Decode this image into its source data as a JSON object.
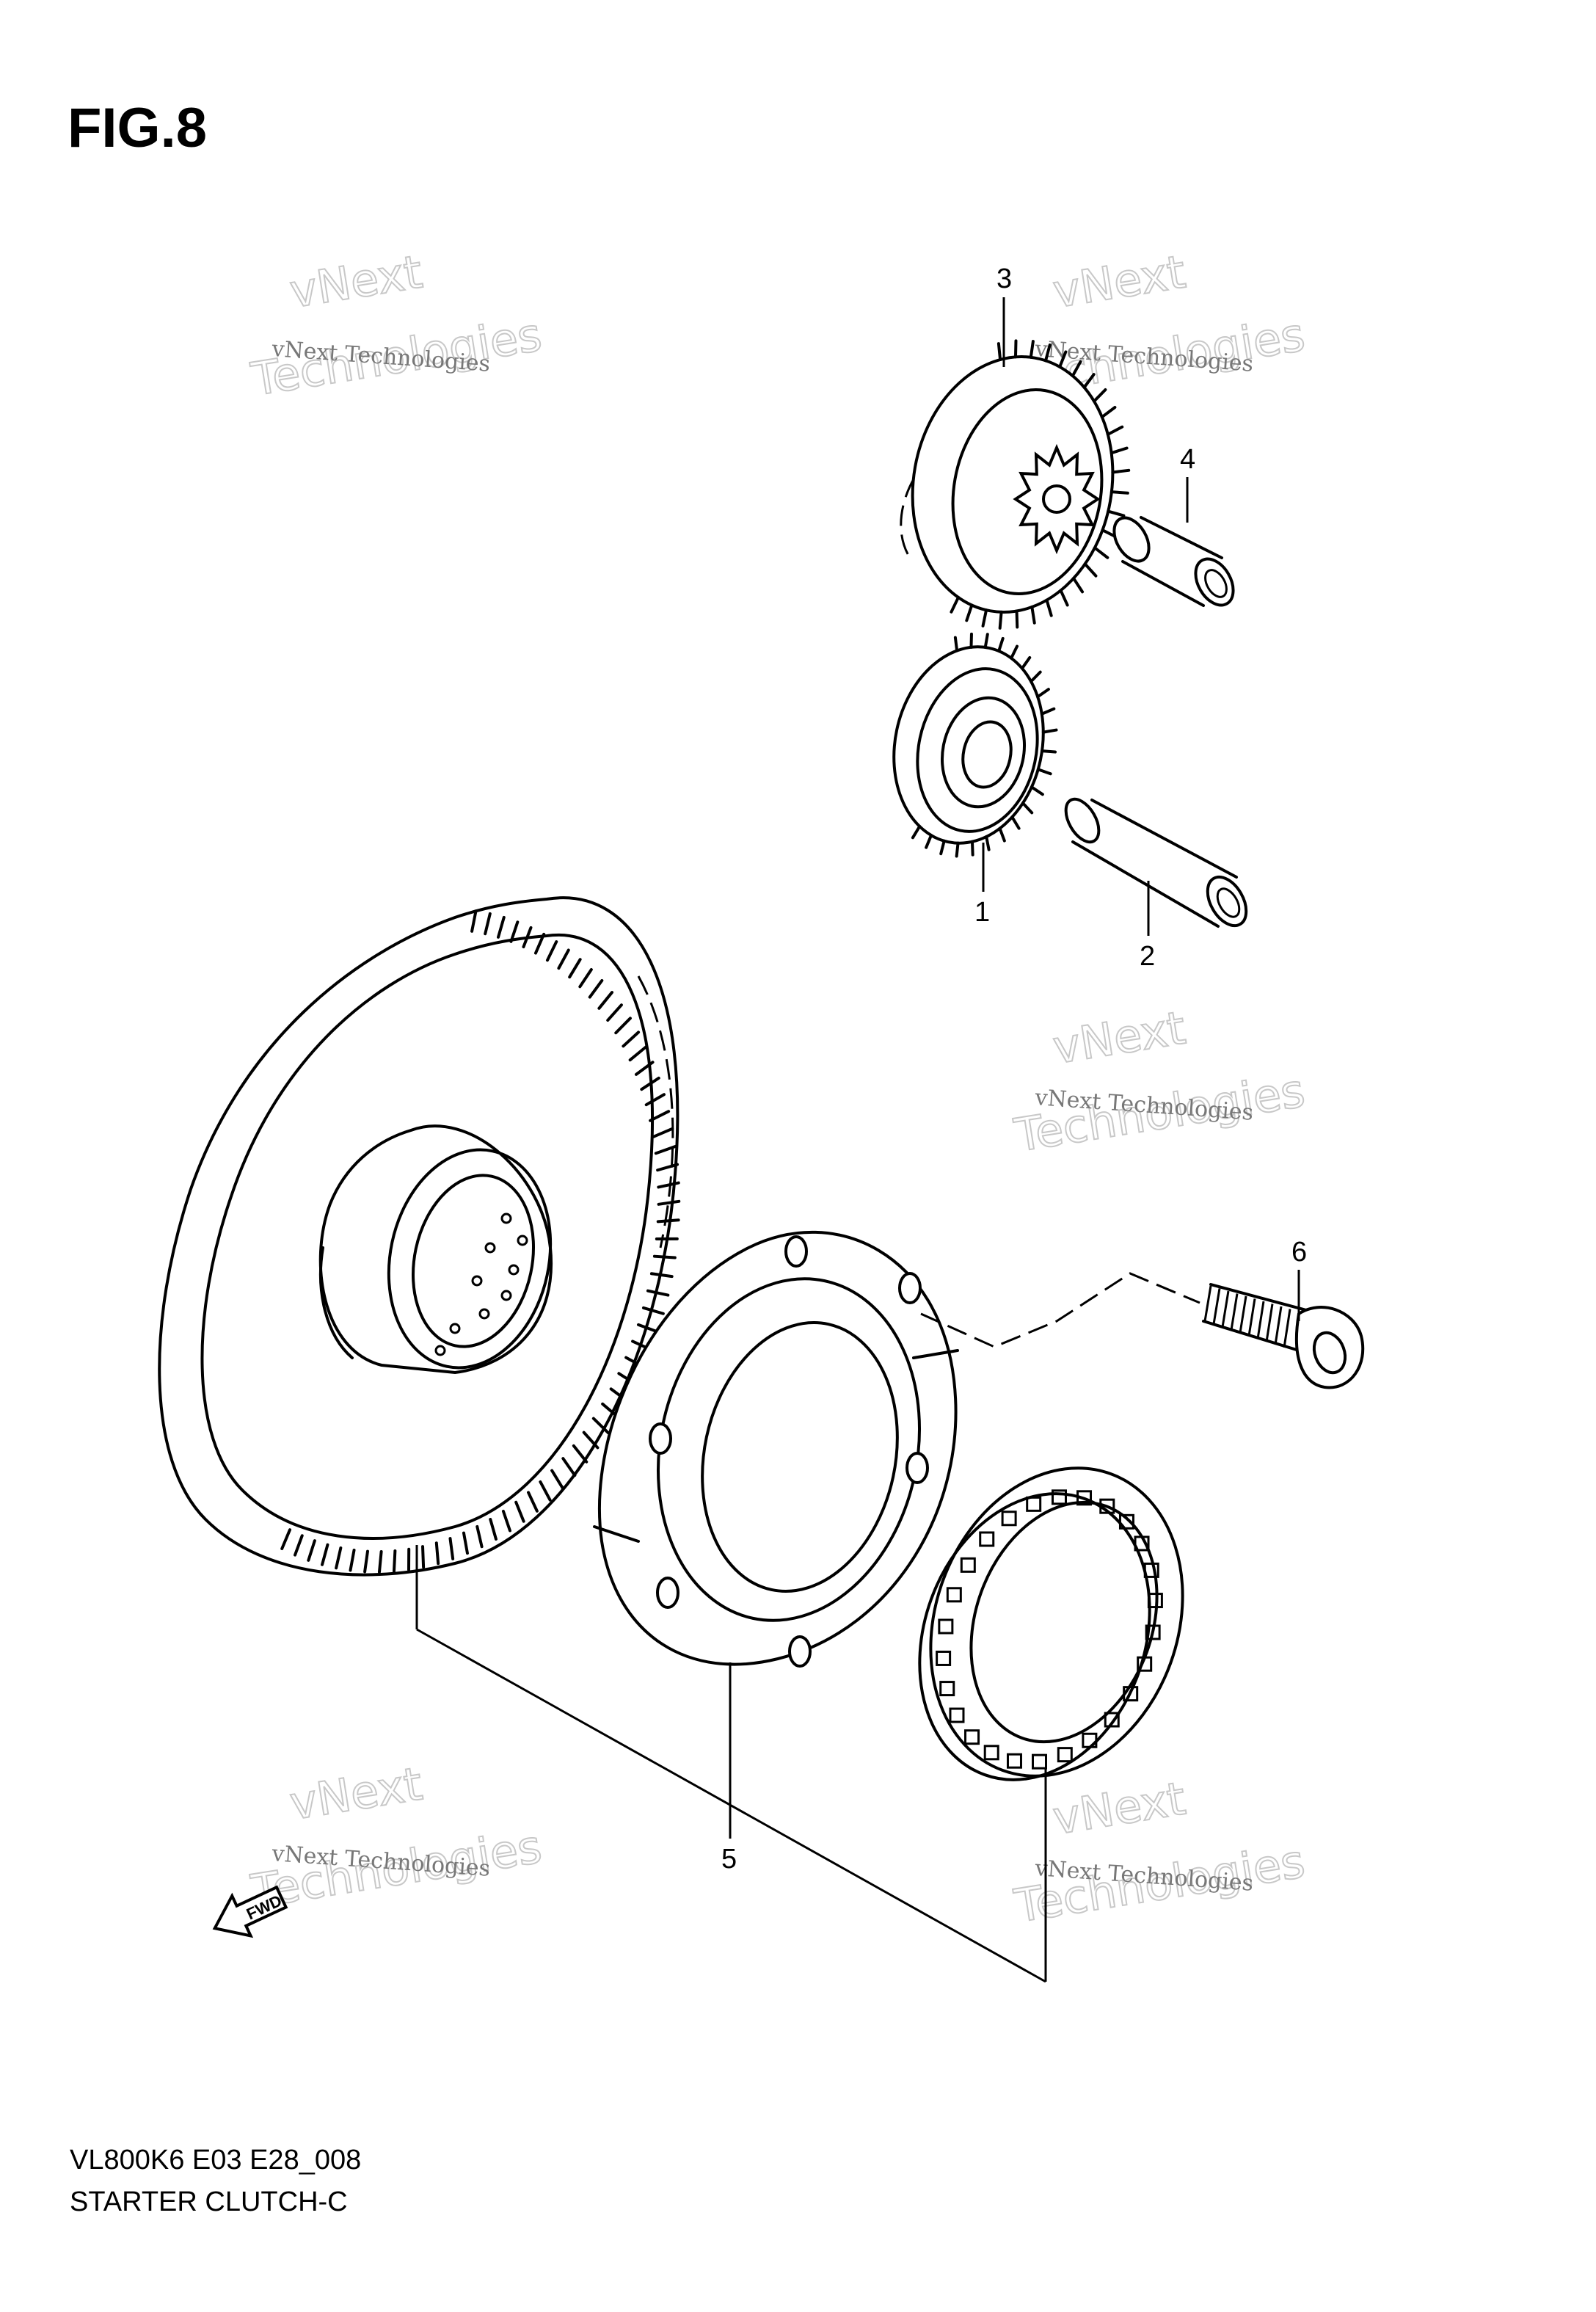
{
  "figure": {
    "title": "FIG.8"
  },
  "callouts": [
    {
      "id": "1",
      "label": "1"
    },
    {
      "id": "2",
      "label": "2"
    },
    {
      "id": "3",
      "label": "3"
    },
    {
      "id": "4",
      "label": "4"
    },
    {
      "id": "5",
      "label": "5"
    },
    {
      "id": "6",
      "label": "6"
    }
  ],
  "footer": {
    "model_code": "VL800K6 E03 E28_008",
    "section_name": "STARTER CLUTCH-C"
  },
  "watermark": {
    "line_small": "vNext Technologies",
    "line_big_1": "vNext",
    "line_big_2": "Technologies"
  },
  "fwd_label": "FWD"
}
